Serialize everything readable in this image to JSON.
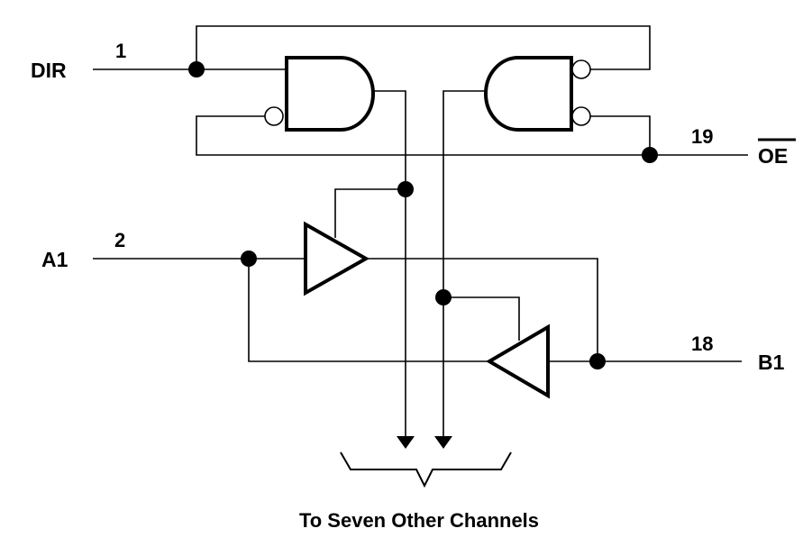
{
  "diagram": {
    "title": "Logic diagram (positive logic)",
    "signals": {
      "dir": {
        "name": "DIR",
        "pin": "1"
      },
      "oe": {
        "name": "OE",
        "pin": "19",
        "active_low": true
      },
      "a1": {
        "name": "A1",
        "pin": "2"
      },
      "b1": {
        "name": "B1",
        "pin": "18"
      }
    },
    "components": [
      {
        "id": "and-gate-left",
        "type": "AND",
        "inputs": [
          "DIR",
          "OE (inverted)"
        ],
        "output": "enable A-to-B buffer"
      },
      {
        "id": "and-gate-right",
        "type": "AND",
        "inputs": [
          "DIR (inverted)",
          "OE (inverted)"
        ],
        "output": "enable B-to-A buffer"
      },
      {
        "id": "buffer-a-to-b",
        "type": "tri-state buffer",
        "input": "A1",
        "output": "B1"
      },
      {
        "id": "buffer-b-to-a",
        "type": "tri-state buffer",
        "input": "B1",
        "output": "A1"
      }
    ],
    "caption": "To Seven Other Channels"
  }
}
